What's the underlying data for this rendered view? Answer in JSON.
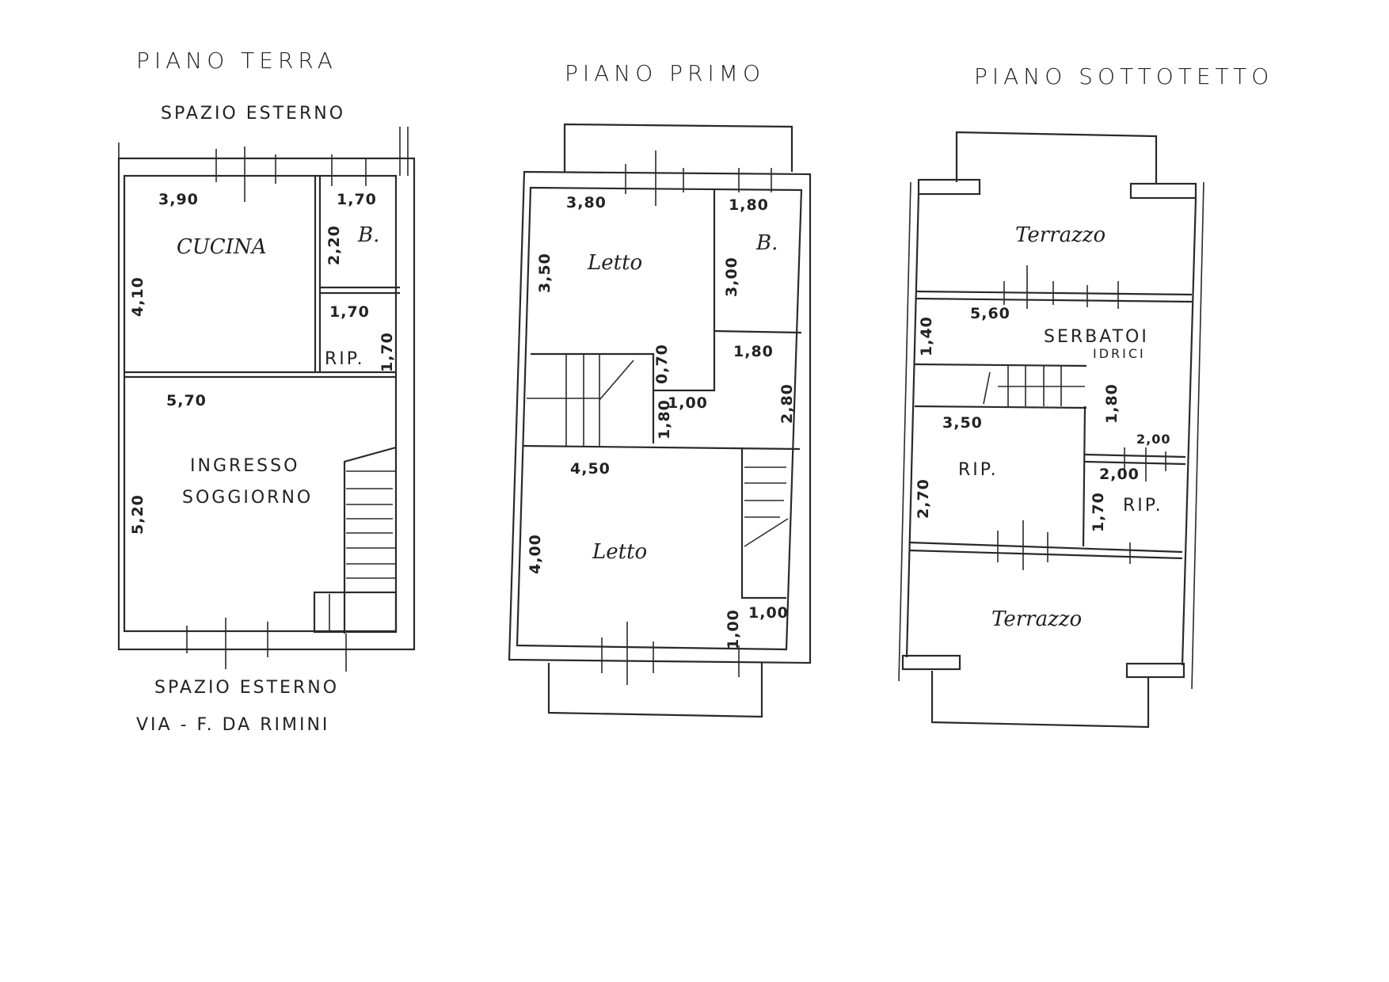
{
  "ground": {
    "title": "PIANO TERRA",
    "outside_top": "SPAZIO ESTERNO",
    "outside_bottom": "SPAZIO ESTERNO",
    "street": "VIA - F. DA RIMINI",
    "rooms": {
      "kitchen": "CUCINA",
      "bath": "B.",
      "storage": "RIP.",
      "living_1": "INGRESSO",
      "living_2": "SOGGIORNO"
    },
    "dims": {
      "kitchen_w": "3,90",
      "kitchen_h": "4,10",
      "bath_w": "1,70",
      "bath_h": "2,20",
      "storage_w": "1,70",
      "storage_h": "1,70",
      "living_w": "5,70",
      "living_h": "5,20"
    }
  },
  "first": {
    "title": "PIANO PRIMO",
    "rooms": {
      "bedroom_1": "Letto",
      "bath": "B.",
      "bedroom_2": "Letto"
    },
    "dims": {
      "bed1_w": "3,80",
      "bed1_h": "3,50",
      "bath_w": "1,80",
      "bath_h": "3,00",
      "hall_w": "1,80",
      "hall_h": "2,80",
      "niche_h": "0,70",
      "niche_w": "1,00",
      "landing_h": "1,80",
      "bed2_w": "4,50",
      "bed2_h": "4,00",
      "closet_w": "1,00",
      "closet_h": "1,00"
    }
  },
  "attic": {
    "title": "PIANO SOTTOTETTO",
    "rooms": {
      "terrace_top": "Terrazzo",
      "tanks_1": "SERBATOI",
      "tanks_2": "IDRICI",
      "storage_1": "RIP.",
      "storage_2": "RIP.",
      "terrace_bottom": "Terrazzo"
    },
    "dims": {
      "tanks_w": "5,60",
      "tanks_h": "1,40",
      "stair_h": "1,80",
      "storage1_w": "3,50",
      "storage1_h": "2,70",
      "storage2_w_top": "2,00",
      "storage2_w": "2,00",
      "storage2_h": "1,70"
    }
  }
}
